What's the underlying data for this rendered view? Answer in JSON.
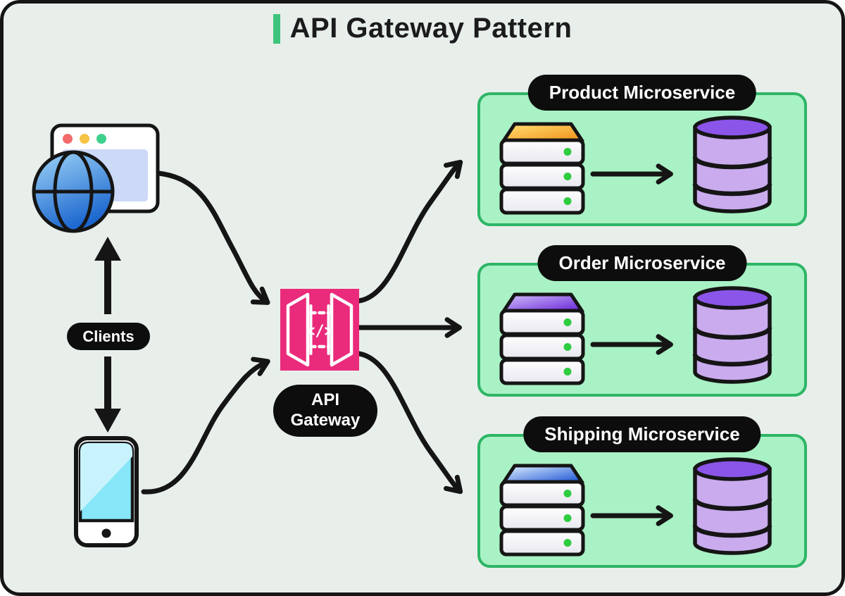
{
  "title": {
    "text": "API Gateway Pattern"
  },
  "theme": {
    "background": "#e8efeb",
    "frame_border": "#151515",
    "accent_green_bar": "#3fc47d",
    "pill_background": "#0d0d0d",
    "pill_text": "#ffffff",
    "service_box_fill": "#a9f2c5",
    "service_box_border": "#2eb566",
    "arrow_color": "#151515"
  },
  "clients": {
    "label": "Clients"
  },
  "gateway": {
    "label_line1": "API",
    "label_line2": "Gateway",
    "code_glyph": "</>",
    "color": "#ea2a7b"
  },
  "services": [
    {
      "name": "Product Microservice",
      "server_top_from": "#ffd86b",
      "server_top_to": "#f0941d"
    },
    {
      "name": "Order Microservice",
      "server_top_from": "#c7b2f7",
      "server_top_to": "#6d28d9"
    },
    {
      "name": "Shipping Microservice",
      "server_top_from": "#cfe3fb",
      "server_top_to": "#2057d6"
    }
  ],
  "database": {
    "body": "#c9abee",
    "top": "#8a55e8"
  },
  "server": {
    "led": "#2ecc40",
    "row_fill_from": "#ffffff",
    "row_fill_to": "#e7e7ef"
  },
  "client_devices": {
    "browser_dots": [
      "#f26b6b",
      "#f6c344",
      "#3fd08d"
    ],
    "browser_content": "#ccd9f7",
    "globe_from": "#9fd4f7",
    "globe_to": "#1c67cf",
    "phone_screen": "#87e6f8",
    "phone_screen_shine": "#c8f3fc"
  }
}
